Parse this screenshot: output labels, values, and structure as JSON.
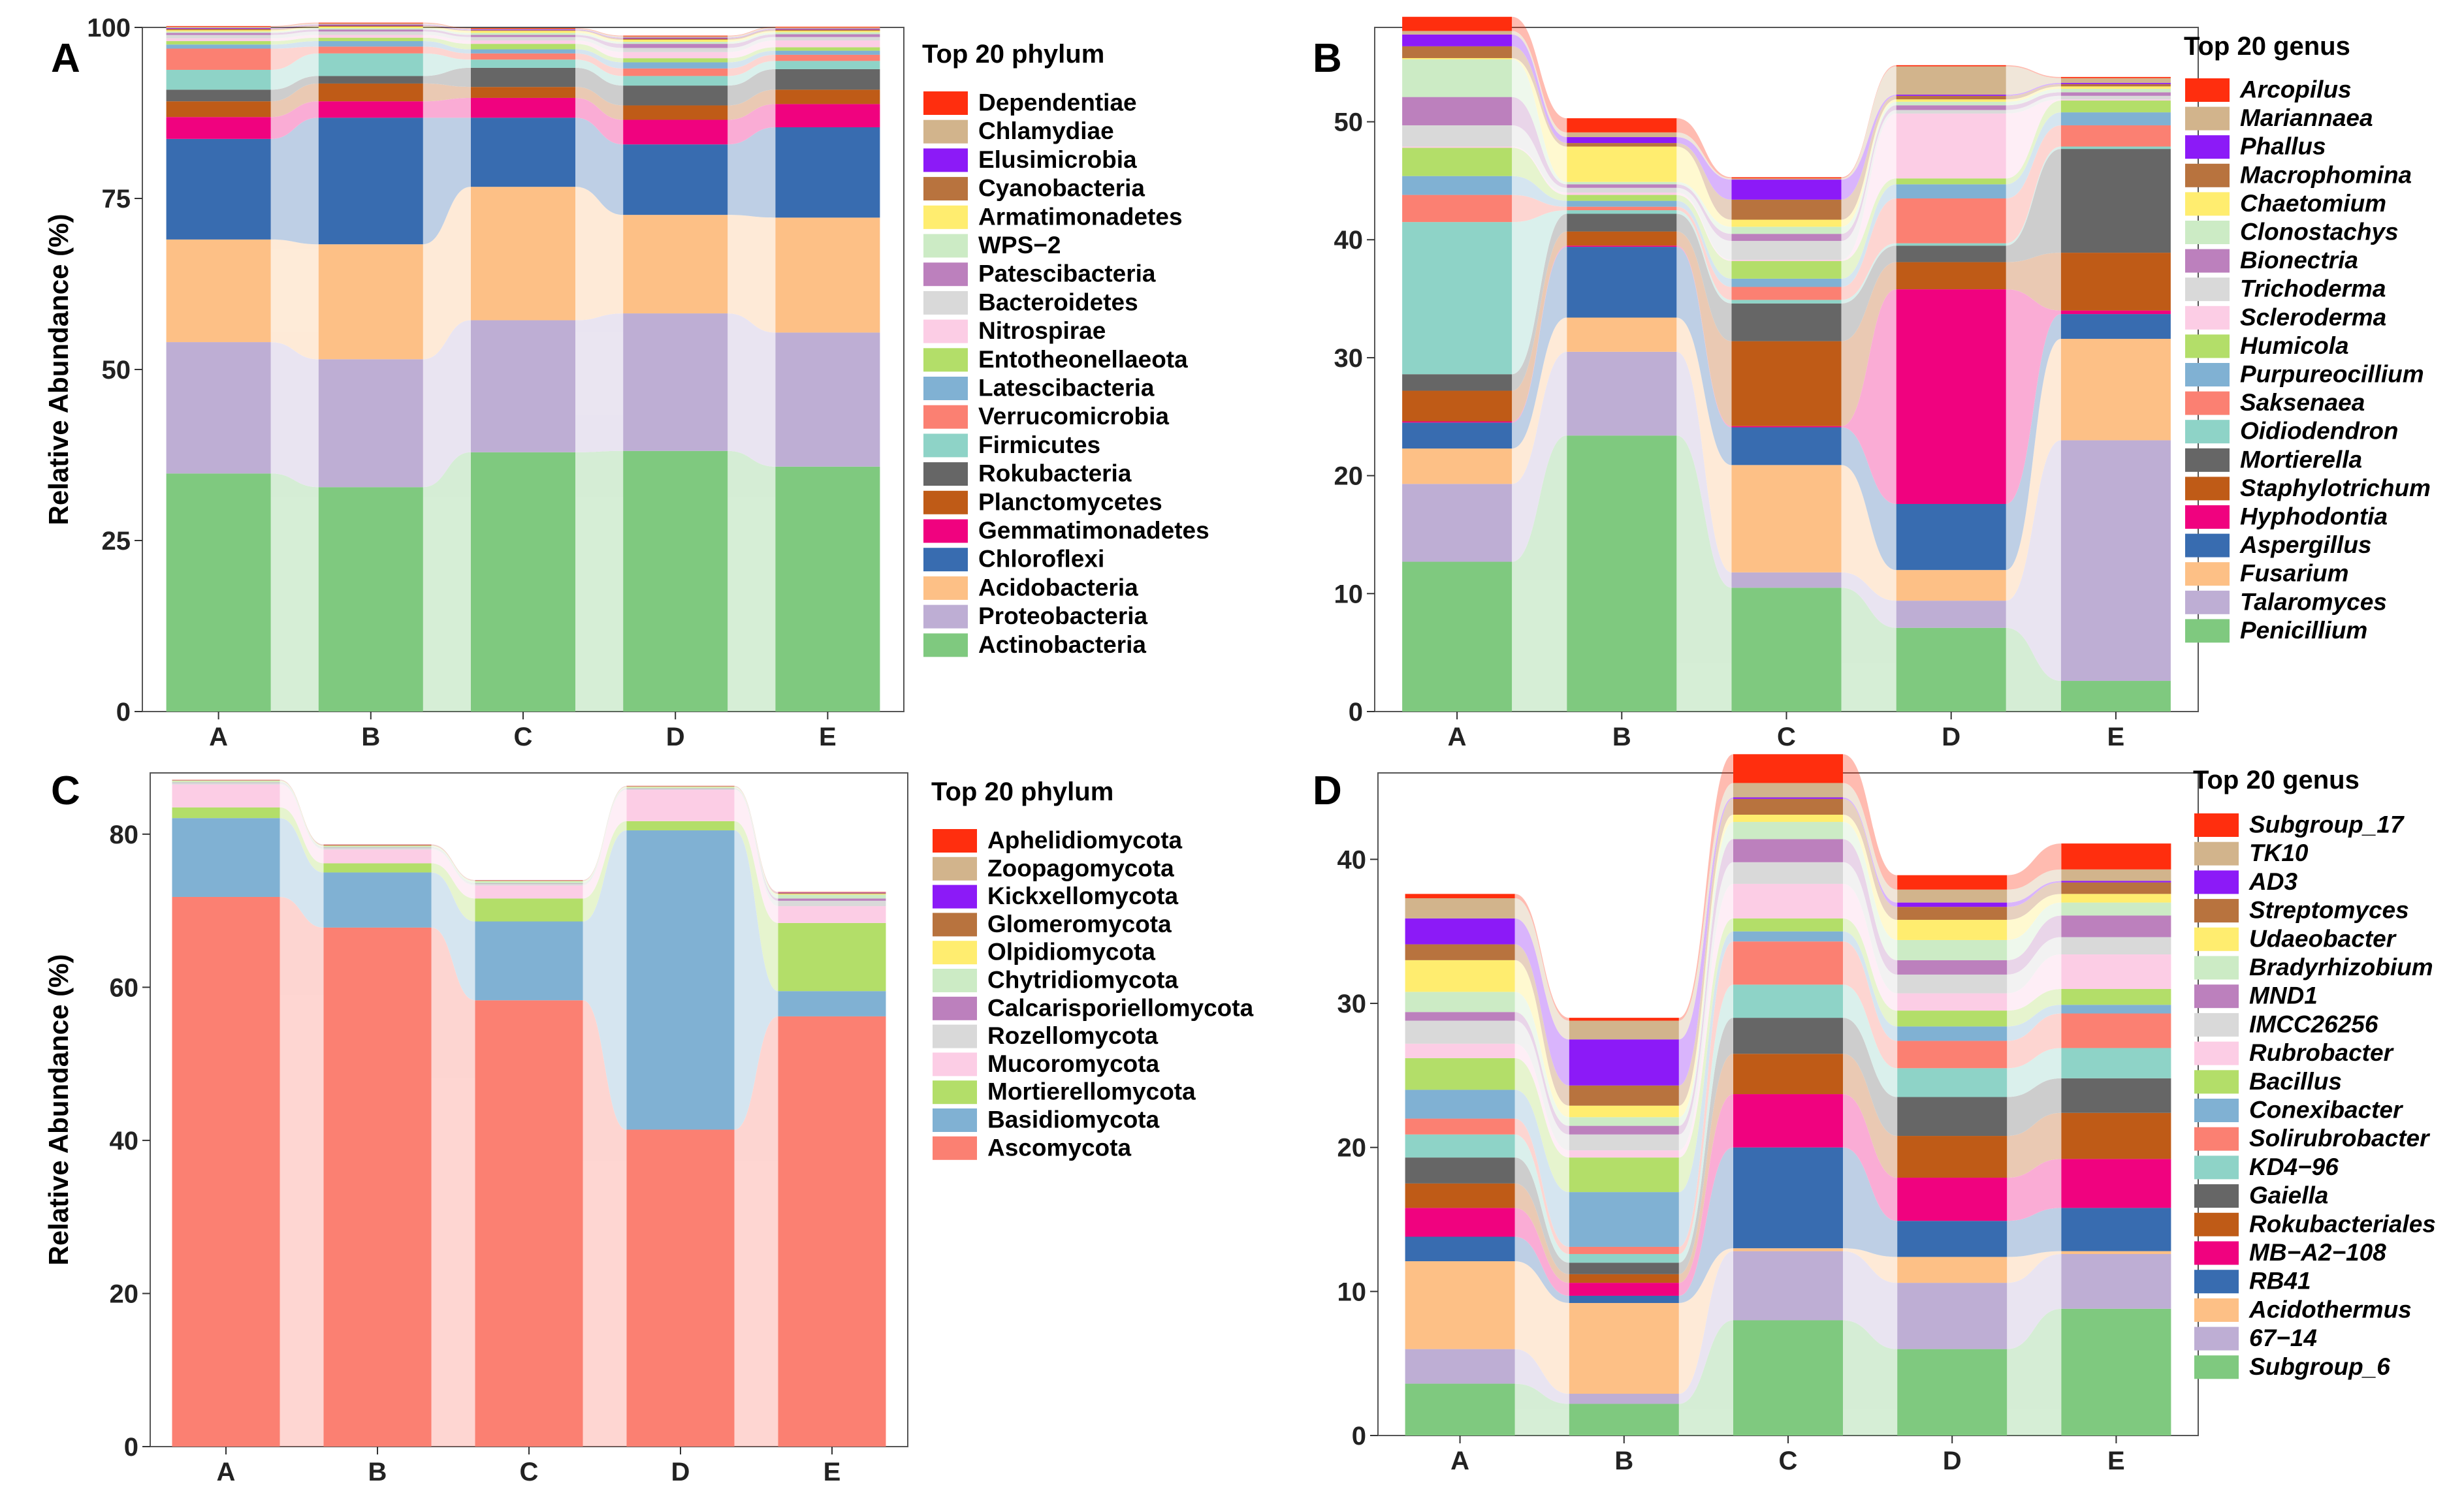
{
  "chart_data": [
    {
      "panel_label": "A",
      "type": "bar",
      "stacked": true,
      "ylabel": "Relative Abundance (%)",
      "ylim": [
        0,
        100
      ],
      "yticks": [
        0,
        25,
        50,
        75,
        100
      ],
      "categories": [
        "A",
        "B",
        "C",
        "D",
        "E"
      ],
      "legend_title": "Top 20 phylum",
      "legend_italic": false,
      "series": [
        {
          "name": "Actinobacteria",
          "color": "#7FC97F",
          "values": [
            34.8,
            32.8,
            37.9,
            38.1,
            35.8
          ]
        },
        {
          "name": "Proteobacteria",
          "color": "#BEAED4",
          "values": [
            19.2,
            18.7,
            19.3,
            20.1,
            19.6
          ]
        },
        {
          "name": "Acidobacteria",
          "color": "#FDC086",
          "values": [
            15.0,
            16.8,
            19.5,
            14.4,
            16.8
          ]
        },
        {
          "name": "Chloroflexi",
          "color": "#386CB0",
          "values": [
            14.7,
            18.5,
            10.1,
            10.3,
            13.2
          ]
        },
        {
          "name": "Gemmatimonadetes",
          "color": "#F0027F",
          "values": [
            3.2,
            2.4,
            2.9,
            3.6,
            3.4
          ]
        },
        {
          "name": "Planctomycetes",
          "color": "#BF5B17",
          "values": [
            2.3,
            2.6,
            1.6,
            2.1,
            2.1
          ]
        },
        {
          "name": "Rokubacteria",
          "color": "#666666",
          "values": [
            1.7,
            1.1,
            2.8,
            2.9,
            3.0
          ]
        },
        {
          "name": "Firmicutes",
          "color": "#8ED3C7",
          "values": [
            2.9,
            3.3,
            1.2,
            1.4,
            1.2
          ]
        },
        {
          "name": "Verrucomicrobia",
          "color": "#FB8072",
          "values": [
            3.1,
            1.0,
            0.9,
            1.1,
            0.9
          ]
        },
        {
          "name": "Latescibacteria",
          "color": "#80B1D3",
          "values": [
            0.6,
            0.8,
            0.6,
            0.9,
            0.6
          ]
        },
        {
          "name": "Entotheonellaeota",
          "color": "#B3DE69",
          "values": [
            0.5,
            0.5,
            0.8,
            0.6,
            0.5
          ]
        },
        {
          "name": "Nitrospirae",
          "color": "#FCCDE5",
          "values": [
            0.4,
            0.4,
            0.5,
            0.9,
            1.0
          ]
        },
        {
          "name": "Bacteroidetes",
          "color": "#D9D9D9",
          "values": [
            0.5,
            0.5,
            0.5,
            0.6,
            0.5
          ]
        },
        {
          "name": "Patescibacteria",
          "color": "#BC80BD",
          "values": [
            0.3,
            0.3,
            0.3,
            0.6,
            0.4
          ]
        },
        {
          "name": "WPS−2",
          "color": "#CCEBC5",
          "values": [
            0.2,
            0.2,
            0.3,
            0.3,
            0.3
          ]
        },
        {
          "name": "Armatimonadetes",
          "color": "#FFED6F",
          "values": [
            0.2,
            0.2,
            0.3,
            0.3,
            0.2
          ]
        },
        {
          "name": "Cyanobacteria",
          "color": "#B8733E",
          "values": [
            0.2,
            0.2,
            0.1,
            0.2,
            0.2
          ]
        },
        {
          "name": "Elusimicrobia",
          "color": "#8C1AF7",
          "values": [
            0.1,
            0.1,
            0.1,
            0.1,
            0.1
          ]
        },
        {
          "name": "Chlamydiae",
          "color": "#D2B48C",
          "values": [
            0.2,
            0.2,
            0.1,
            0.2,
            0.2
          ]
        },
        {
          "name": "Dependentiae",
          "color": "#FF2E0E",
          "values": [
            0.1,
            0.1,
            0.1,
            0.1,
            0.1
          ]
        }
      ]
    },
    {
      "panel_label": "B",
      "type": "bar",
      "stacked": true,
      "ylabel": "",
      "ylim": [
        0,
        58
      ],
      "yticks": [
        0,
        10,
        20,
        30,
        40,
        50
      ],
      "categories": [
        "A",
        "B",
        "C",
        "D",
        "E"
      ],
      "legend_title": "Top 20 genus",
      "legend_italic": true,
      "series": [
        {
          "name": "Penicillium",
          "color": "#7FC97F",
          "values": [
            12.7,
            23.4,
            10.5,
            7.1,
            2.6
          ]
        },
        {
          "name": "Talaromyces",
          "color": "#BEAED4",
          "values": [
            6.6,
            7.1,
            1.3,
            2.3,
            20.4
          ]
        },
        {
          "name": "Fusarium",
          "color": "#FDC086",
          "values": [
            3.0,
            2.9,
            9.1,
            2.6,
            8.6
          ]
        },
        {
          "name": "Aspergillus",
          "color": "#386CB0",
          "values": [
            2.2,
            6.0,
            3.2,
            5.6,
            2.1
          ]
        },
        {
          "name": "Hyphodontia",
          "color": "#F0027F",
          "values": [
            0.1,
            0.1,
            0.1,
            18.2,
            0.3
          ]
        },
        {
          "name": "Staphylotrichum",
          "color": "#BF5B17",
          "values": [
            2.6,
            1.2,
            7.2,
            2.3,
            4.9
          ]
        },
        {
          "name": "Mortierella",
          "color": "#666666",
          "values": [
            1.4,
            1.5,
            3.2,
            1.4,
            8.8
          ]
        },
        {
          "name": "Oidiodendron",
          "color": "#8ED3C7",
          "values": [
            12.9,
            0.3,
            0.3,
            0.2,
            0.2
          ]
        },
        {
          "name": "Saksenaea",
          "color": "#FB8072",
          "values": [
            2.3,
            0.3,
            1.1,
            3.8,
            1.8
          ]
        },
        {
          "name": "Purpureocillium",
          "color": "#80B1D3",
          "values": [
            1.6,
            0.5,
            0.7,
            1.2,
            1.1
          ]
        },
        {
          "name": "Humicola",
          "color": "#B3DE69",
          "values": [
            2.4,
            0.5,
            1.5,
            0.5,
            1.0
          ]
        },
        {
          "name": "Scleroderma",
          "color": "#FCCDE5",
          "values": [
            0.1,
            0.2,
            0.1,
            5.5,
            0.1
          ]
        },
        {
          "name": "Trichoderma",
          "color": "#D9D9D9",
          "values": [
            1.8,
            0.4,
            1.6,
            0.3,
            0.3
          ]
        },
        {
          "name": "Bionectria",
          "color": "#BC80BD",
          "values": [
            2.4,
            0.3,
            0.6,
            0.4,
            0.3
          ]
        },
        {
          "name": "Clonostachys",
          "color": "#CCEBC5",
          "values": [
            3.2,
            0.2,
            0.6,
            0.3,
            0.3
          ]
        },
        {
          "name": "Chaetomium",
          "color": "#FFED6F",
          "values": [
            0.1,
            3.0,
            0.6,
            0.2,
            0.2
          ]
        },
        {
          "name": "Macrophomina",
          "color": "#B8733E",
          "values": [
            1.0,
            0.3,
            1.7,
            0.3,
            0.2
          ]
        },
        {
          "name": "Phallus",
          "color": "#8C1AF7",
          "values": [
            1.0,
            0.5,
            1.7,
            0.1,
            0.1
          ]
        },
        {
          "name": "Mariannaea",
          "color": "#D2B48C",
          "values": [
            0.3,
            0.4,
            0.1,
            2.4,
            0.4
          ]
        },
        {
          "name": "Arcopilus",
          "color": "#FF2E0E",
          "values": [
            1.2,
            1.2,
            0.1,
            0.1,
            0.1
          ]
        }
      ]
    },
    {
      "panel_label": "C",
      "type": "bar",
      "stacked": true,
      "ylabel": "Relative Abundance (%)",
      "ylim": [
        0,
        88
      ],
      "yticks": [
        0,
        20,
        40,
        60,
        80
      ],
      "categories": [
        "A",
        "B",
        "C",
        "D",
        "E"
      ],
      "legend_title": "Top 20 phylum",
      "legend_italic": false,
      "series": [
        {
          "name": "Ascomycota",
          "color": "#FB8072",
          "values": [
            71.8,
            67.8,
            58.3,
            41.4,
            56.2
          ]
        },
        {
          "name": "Basidiomycota",
          "color": "#80B1D3",
          "values": [
            10.3,
            7.2,
            10.3,
            39.1,
            3.3
          ]
        },
        {
          "name": "Mortierellomycota",
          "color": "#B3DE69",
          "values": [
            1.4,
            1.2,
            3.0,
            1.2,
            8.9
          ]
        },
        {
          "name": "Mucoromycota",
          "color": "#FCCDE5",
          "values": [
            3.0,
            1.8,
            1.7,
            4.1,
            2.2
          ]
        },
        {
          "name": "Rozellomycota",
          "color": "#D9D9D9",
          "values": [
            0.2,
            0.2,
            0.2,
            0.1,
            0.7
          ]
        },
        {
          "name": "Calcarisporiellomycota",
          "color": "#BC80BD",
          "values": [
            0.05,
            0.05,
            0.05,
            0.05,
            0.3
          ]
        },
        {
          "name": "Chytridiomycota",
          "color": "#CCEBC5",
          "values": [
            0.2,
            0.2,
            0.3,
            0.2,
            0.5
          ]
        },
        {
          "name": "Olpidiomycota",
          "color": "#FFED6F",
          "values": [
            0.05,
            0.05,
            0.05,
            0.05,
            0.1
          ]
        },
        {
          "name": "Glomeromycota",
          "color": "#B8733E",
          "values": [
            0.05,
            0.1,
            0.05,
            0.05,
            0.1
          ]
        },
        {
          "name": "Kickxellomycota",
          "color": "#8C1AF7",
          "values": [
            0.02,
            0.02,
            0.02,
            0.02,
            0.05
          ]
        },
        {
          "name": "Zoopagomycota",
          "color": "#D2B48C",
          "values": [
            0.02,
            0.02,
            0.02,
            0.02,
            0.05
          ]
        },
        {
          "name": "Aphelidiomycota",
          "color": "#FF2E0E",
          "values": [
            0.02,
            0.02,
            0.02,
            0.02,
            0.05
          ]
        }
      ]
    },
    {
      "panel_label": "D",
      "type": "bar",
      "stacked": true,
      "ylabel": "",
      "ylim": [
        0,
        46
      ],
      "yticks": [
        0,
        10,
        20,
        30,
        40
      ],
      "categories": [
        "A",
        "B",
        "C",
        "D",
        "E"
      ],
      "legend_title": "Top 20 genus",
      "legend_italic": true,
      "series": [
        {
          "name": "Subgroup_6",
          "color": "#7FC97F",
          "values": [
            3.6,
            2.2,
            8.0,
            6.0,
            8.8
          ]
        },
        {
          "name": "67−14",
          "color": "#BEAED4",
          "values": [
            2.4,
            0.7,
            4.8,
            4.6,
            3.8
          ]
        },
        {
          "name": "Acidothermus",
          "color": "#FDC086",
          "values": [
            6.1,
            6.3,
            0.2,
            1.8,
            0.2
          ]
        },
        {
          "name": "RB41",
          "color": "#386CB0",
          "values": [
            1.7,
            0.5,
            7.0,
            2.5,
            3.0
          ]
        },
        {
          "name": "MB−A2−108",
          "color": "#F0027F",
          "values": [
            2.0,
            0.9,
            3.7,
            3.0,
            3.4
          ]
        },
        {
          "name": "Rokubacteriales",
          "color": "#BF5B17",
          "values": [
            1.7,
            0.6,
            2.8,
            2.9,
            3.2
          ]
        },
        {
          "name": "Gaiella",
          "color": "#666666",
          "values": [
            1.8,
            0.8,
            2.5,
            2.7,
            2.4
          ]
        },
        {
          "name": "KD4−96",
          "color": "#8ED3C7",
          "values": [
            1.6,
            0.6,
            2.3,
            2.0,
            2.1
          ]
        },
        {
          "name": "Solirubrobacter",
          "color": "#FB8072",
          "values": [
            1.1,
            0.5,
            3.0,
            1.9,
            2.4
          ]
        },
        {
          "name": "Conexibacter",
          "color": "#80B1D3",
          "values": [
            2.0,
            3.8,
            0.7,
            1.0,
            0.6
          ]
        },
        {
          "name": "Bacillus",
          "color": "#B3DE69",
          "values": [
            2.2,
            2.4,
            0.9,
            1.1,
            1.1
          ]
        },
        {
          "name": "Rubrobacter",
          "color": "#FCCDE5",
          "values": [
            1.0,
            0.5,
            2.4,
            1.2,
            2.4
          ]
        },
        {
          "name": "IMCC26256",
          "color": "#D9D9D9",
          "values": [
            1.6,
            1.1,
            1.5,
            1.3,
            1.2
          ]
        },
        {
          "name": "MND1",
          "color": "#BC80BD",
          "values": [
            0.6,
            0.6,
            1.6,
            1.0,
            1.5
          ]
        },
        {
          "name": "Bradyrhizobium",
          "color": "#CCEBC5",
          "values": [
            1.4,
            0.6,
            1.2,
            1.4,
            0.9
          ]
        },
        {
          "name": "Udaeobacter",
          "color": "#FFED6F",
          "values": [
            2.2,
            0.8,
            0.5,
            1.4,
            0.6
          ]
        },
        {
          "name": "Streptomyces",
          "color": "#B8733E",
          "values": [
            1.1,
            1.4,
            1.1,
            0.9,
            0.8
          ]
        },
        {
          "name": "AD3",
          "color": "#8C1AF7",
          "values": [
            1.8,
            3.2,
            0.1,
            0.3,
            0.1
          ]
        },
        {
          "name": "TK10",
          "color": "#D2B48C",
          "values": [
            1.4,
            1.3,
            1.0,
            0.9,
            0.8
          ]
        },
        {
          "name": "Subgroup_17",
          "color": "#FF2E0E",
          "values": [
            0.3,
            0.2,
            2.0,
            1.0,
            1.8
          ]
        }
      ]
    }
  ]
}
